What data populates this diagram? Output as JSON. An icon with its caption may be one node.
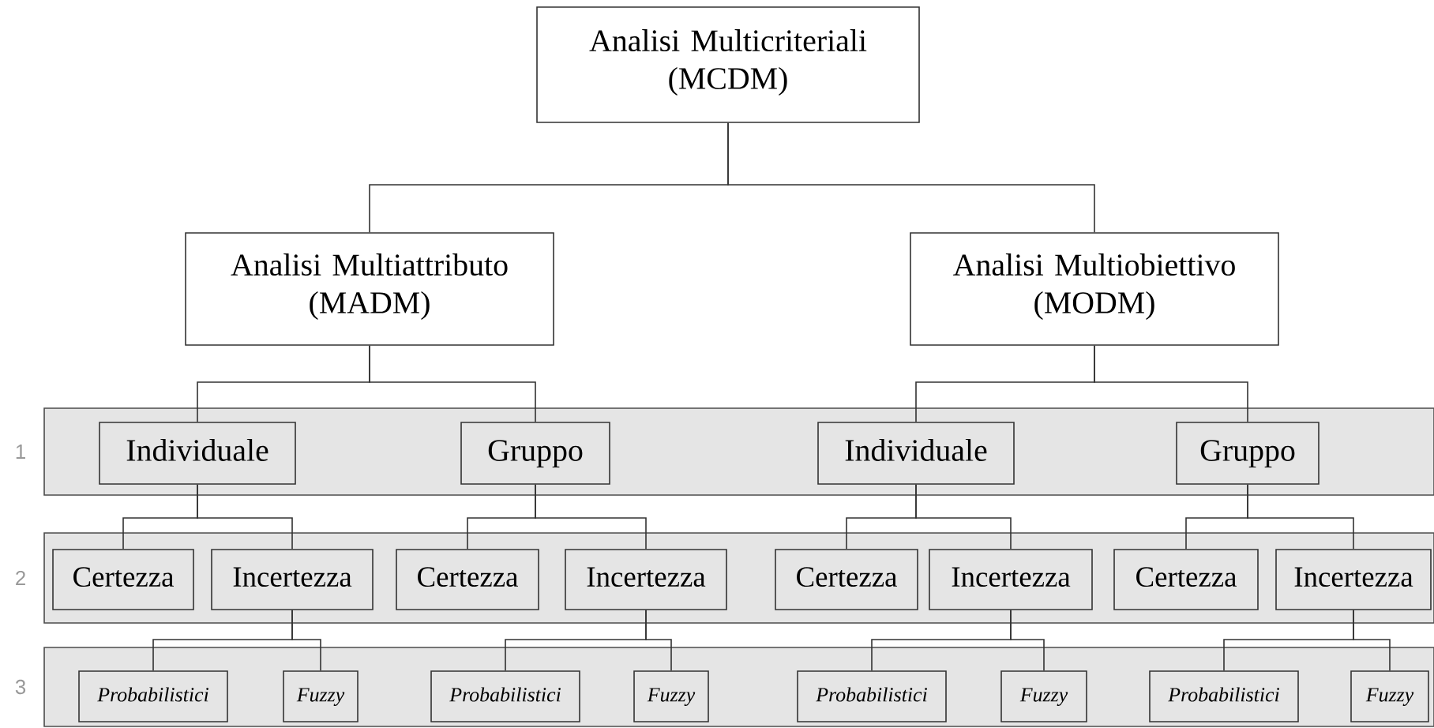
{
  "diagram": {
    "nodes": [
      {
        "text": [
          "Analisi Multicriteriali (MCDM)"
        ]
      },
      {
        "text": [
          "Analisi Multiattributo (MADM)"
        ]
      },
      {
        "text": [
          "Analisi Multiobiettivo (MODM)"
        ]
      },
      {
        "text": [],
        "shape": "band",
        "beside": [
          "1"
        ]
      },
      {
        "text": [
          "Individuale"
        ],
        "in": 3
      },
      {
        "text": [
          "Gruppo"
        ],
        "in": 3
      },
      {
        "text": [
          "Individuale"
        ],
        "in": 3
      },
      {
        "text": [
          "Gruppo"
        ],
        "in": 3
      },
      {
        "text": [],
        "shape": "band",
        "beside": [
          "2"
        ]
      },
      {
        "text": [
          "Certezza"
        ],
        "in": 8
      },
      {
        "text": [
          "Incertezza"
        ],
        "in": 8
      },
      {
        "text": [
          "Certezza"
        ],
        "in": 8
      },
      {
        "text": [
          "Incertezza"
        ],
        "in": 8
      },
      {
        "text": [
          "Certezza"
        ],
        "in": 8
      },
      {
        "text": [
          "Incertezza"
        ],
        "in": 8
      },
      {
        "text": [
          "Certezza"
        ],
        "in": 8
      },
      {
        "text": [
          "Incertezza"
        ],
        "in": 8
      },
      {
        "text": [],
        "shape": "band",
        "beside": [
          "3"
        ]
      },
      {
        "text": [
          "Probabilistici"
        ],
        "in": 17
      },
      {
        "text": [
          "Fuzzy"
        ],
        "in": 17
      },
      {
        "text": [
          "Probabilistici"
        ],
        "in": 17
      },
      {
        "text": [
          "Fuzzy"
        ],
        "in": 17
      },
      {
        "text": [
          "Probabilistici"
        ],
        "in": 17
      },
      {
        "text": [
          "Fuzzy"
        ],
        "in": 17
      },
      {
        "text": [
          "Probabilistici"
        ],
        "in": 17
      },
      {
        "text": [
          "Fuzzy"
        ],
        "in": 17
      }
    ],
    "edges": [
      {
        "from": 0,
        "to": 1,
        "arrow": "none"
      },
      {
        "from": 0,
        "to": 2,
        "arrow": "none"
      },
      {
        "from": 1,
        "to": 4,
        "arrow": "none"
      },
      {
        "from": 1,
        "to": 5,
        "arrow": "none"
      },
      {
        "from": 2,
        "to": 6,
        "arrow": "none"
      },
      {
        "from": 2,
        "to": 7,
        "arrow": "none"
      },
      {
        "from": 4,
        "to": 9,
        "arrow": "none"
      },
      {
        "from": 4,
        "to": 10,
        "arrow": "none"
      },
      {
        "from": 5,
        "to": 11,
        "arrow": "none"
      },
      {
        "from": 5,
        "to": 12,
        "arrow": "none"
      },
      {
        "from": 6,
        "to": 13,
        "arrow": "none"
      },
      {
        "from": 6,
        "to": 14,
        "arrow": "none"
      },
      {
        "from": 7,
        "to": 15,
        "arrow": "none"
      },
      {
        "from": 7,
        "to": 16,
        "arrow": "none"
      },
      {
        "from": 10,
        "to": 18,
        "arrow": "none"
      },
      {
        "from": 10,
        "to": 19,
        "arrow": "none"
      },
      {
        "from": 12,
        "to": 20,
        "arrow": "none"
      },
      {
        "from": 12,
        "to": 21,
        "arrow": "none"
      },
      {
        "from": 14,
        "to": 22,
        "arrow": "none"
      },
      {
        "from": 14,
        "to": 23,
        "arrow": "none"
      },
      {
        "from": 16,
        "to": 24,
        "arrow": "none"
      },
      {
        "from": 16,
        "to": 25,
        "arrow": "none"
      }
    ]
  }
}
